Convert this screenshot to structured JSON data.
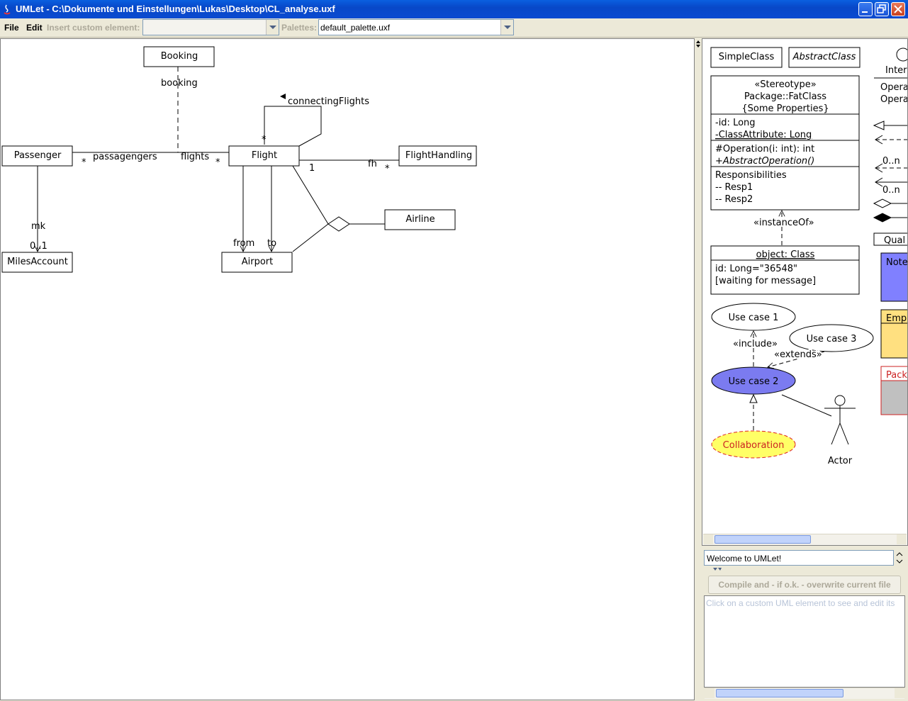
{
  "window": {
    "title": "UMLet - C:\\Dokumente und Einstellungen\\Lukas\\Desktop\\CL_analyse.uxf"
  },
  "menu": {
    "file": "File",
    "edit": "Edit",
    "insert_custom_label": "Insert custom element:",
    "insert_custom_value": "",
    "palettes_label": "Palettes:",
    "palettes_value": "default_palette.uxf"
  },
  "diagram": {
    "classes": {
      "booking": "Booking",
      "passenger": "Passenger",
      "flight": "Flight",
      "flight_handling": "FlightHandling",
      "airline": "Airline",
      "miles_account": "MilesAccount",
      "airport": "Airport"
    },
    "labels": {
      "booking_role": "booking",
      "connecting": "connectingFlights",
      "passengers_role": "passagengers",
      "flights_role": "flights",
      "star_a": "*",
      "star_b": "*",
      "star_c": "*",
      "star_d": "*",
      "one": "1",
      "fh": "fh",
      "mk": "mk",
      "mult": "0..1",
      "from": "from",
      "to": "to"
    }
  },
  "palette": {
    "simple_class": "SimpleClass",
    "abstract_class": "AbstractClass",
    "fat_class": {
      "stereotype": "«Stereotype»",
      "name": "Package::FatClass",
      "props": "{Some Properties}",
      "attr1": "-id: Long",
      "attr2": "-ClassAttribute: Long",
      "op1": "#Operation(i: int): int",
      "op2_prefix": "+",
      "op2": "AbstractOperation()",
      "resp_title": "Responsibilities",
      "resp1": "-- Resp1",
      "resp2": "-- Resp2"
    },
    "instance_of": "«instanceOf»",
    "object": {
      "title": "object: Class",
      "line1": "id: Long=\"36548\"",
      "line2": "[waiting for message]"
    },
    "use_case_1": "Use case 1",
    "use_case_2": "Use case 2",
    "use_case_3": "Use case 3",
    "include": "«include»",
    "extends": "«extends»",
    "collaboration": "Collaboration",
    "actor": "Actor",
    "partial": {
      "interface": "Inter",
      "oper1": "Opera",
      "oper2": "Opera",
      "mult_a": "0..n",
      "mult_b": "0..n",
      "qual": "Qual",
      "note": "Note",
      "emp": "Emp",
      "pack": "Pack"
    }
  },
  "colors": {
    "use_case_fill": "#7b7bf0",
    "collab_fill": "#ffff66",
    "collab_stroke": "#dd2222",
    "note_fill": "#8080ff",
    "emp_fill": "#ffe080",
    "pack_fill": "#c0c0c0",
    "pack_text": "#cc2222"
  },
  "console": {
    "welcome": "Welcome to UMLet!",
    "compile_button": "Compile and - if o.k. - overwrite current file",
    "editor_hint": "Click on a custom UML element to see and edit its"
  }
}
